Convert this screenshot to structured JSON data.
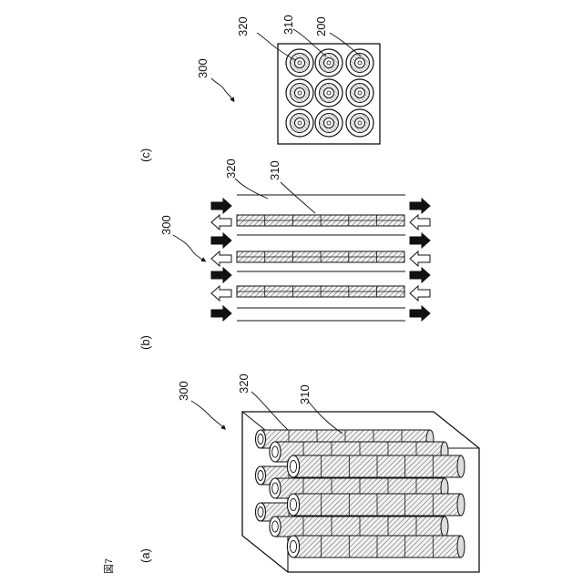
{
  "figure": {
    "fig_number": "図7",
    "panel_a": "(a)",
    "panel_b": "(b)",
    "panel_c": "(c)"
  },
  "panel_a": {
    "ref_300": "300",
    "ref_320": "320",
    "ref_310": "310"
  },
  "panel_b": {
    "ref_300": "300",
    "ref_320": "320",
    "ref_310": "310"
  },
  "panel_c": {
    "ref_300": "300",
    "ref_320": "320",
    "ref_310": "310",
    "ref_200": "200"
  }
}
